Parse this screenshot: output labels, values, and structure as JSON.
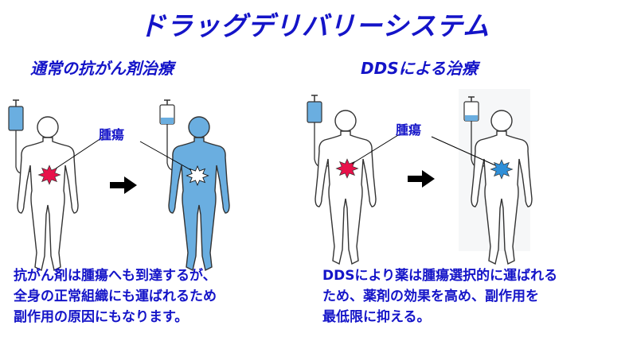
{
  "title": "ドラッグデリバリーシステム",
  "left": {
    "heading": "通常の抗がん剤治療",
    "tumor_label": "腫瘍",
    "description": [
      "抗がん剤は腫瘍へも到達するが、",
      "全身の正常組織にも運ばれるため",
      "副作用の原因にもなります。"
    ]
  },
  "right": {
    "heading": "DDSによる治療",
    "tumor_label": "腫瘍",
    "description": [
      "DDSにより薬は腫瘍選択的に運ばれる",
      "ため、薬剤の効果を高め、副作用を",
      "最低限に抑える。"
    ]
  },
  "colors": {
    "text": "#1414c8",
    "drug_blue": "#6aaee0",
    "tumor_red": "#e8114a",
    "tumor_blue": "#2f8fd8"
  }
}
